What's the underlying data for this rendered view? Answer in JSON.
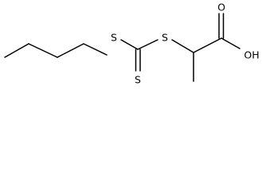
{
  "molecule": {
    "atoms": {
      "s_thioether_left": "S",
      "s_thione": "S",
      "s_thioether_right": "S",
      "carbonyl_o": "O",
      "hydroxyl": "OH"
    }
  }
}
